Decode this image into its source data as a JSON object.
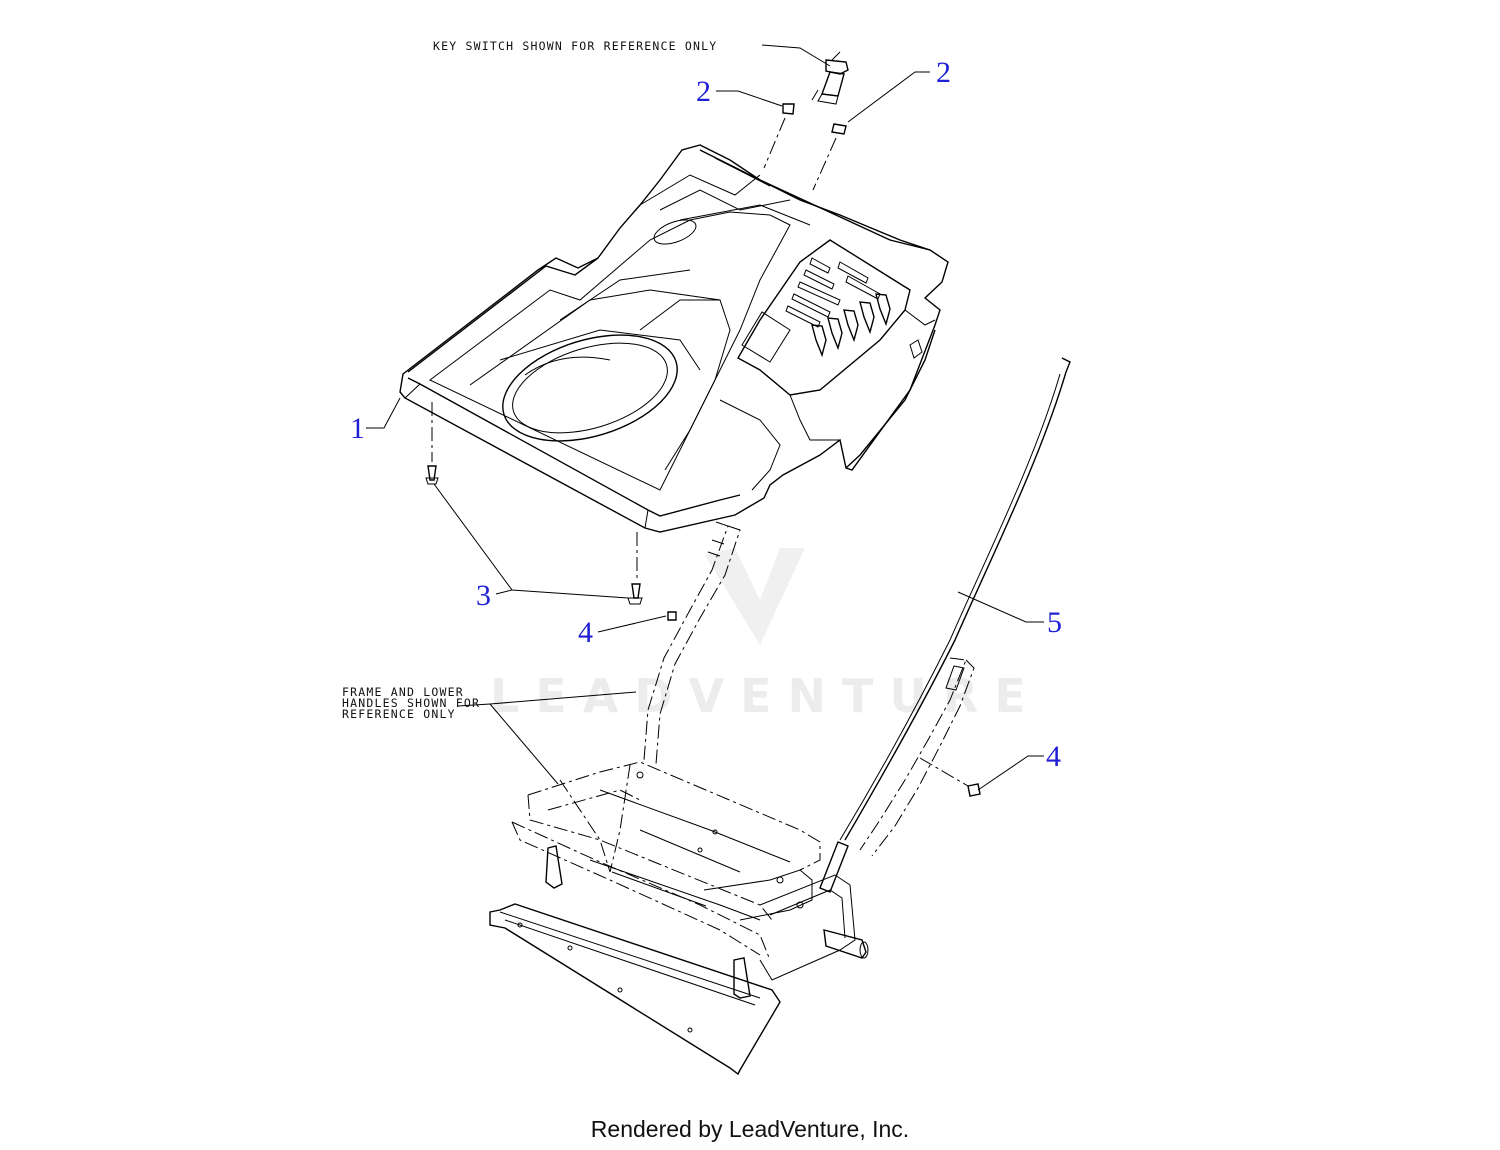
{
  "colors": {
    "callout": "#1f1fd6",
    "line": "#000000",
    "background": "#ffffff"
  },
  "notes": {
    "key_switch": "KEY SWITCH SHOWN FOR REFERENCE ONLY",
    "frame_line1": "FRAME AND LOWER",
    "frame_line2": "HANDLES SHOWN FOR",
    "frame_line3": "REFERENCE ONLY"
  },
  "callouts": {
    "c1": "1",
    "c2a": "2",
    "c2b": "2",
    "c3": "3",
    "c4a": "4",
    "c4b": "4",
    "c5": "5"
  },
  "watermark": "LEADVENTURE",
  "footer": "Rendered by LeadVenture, Inc."
}
